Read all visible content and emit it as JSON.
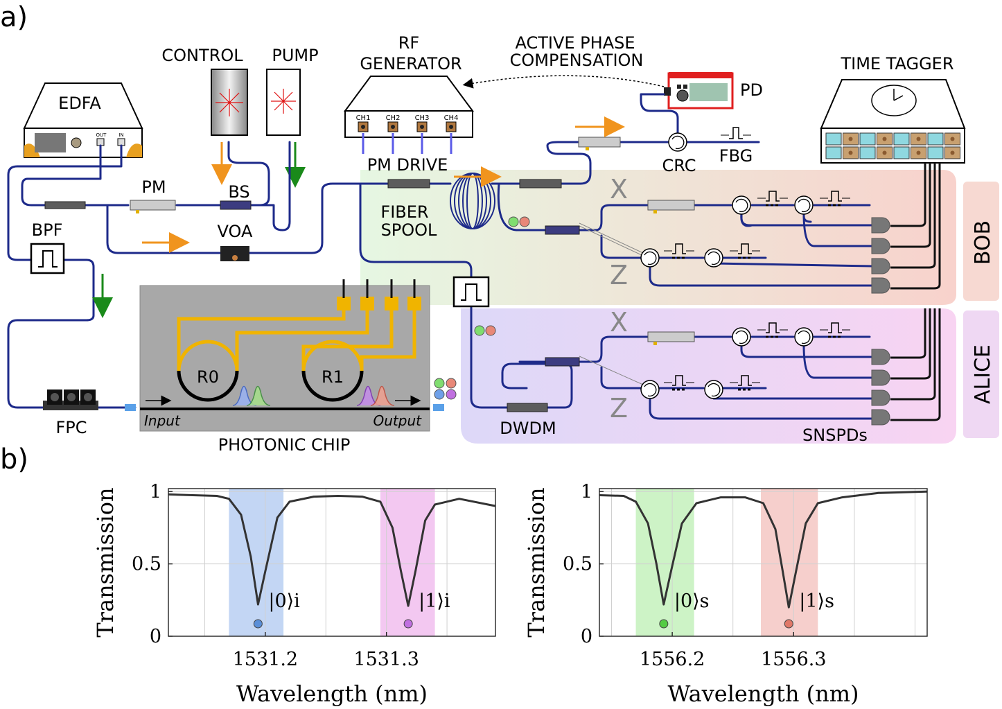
{
  "panel_a": {
    "label": "a)",
    "instruments": {
      "edfa": "EDFA",
      "edfa_out": "OUT",
      "edfa_in": "IN",
      "control": "CONTROL",
      "pump": "PUMP",
      "rf_generator_line1": "RF",
      "rf_generator_line2": "GENERATOR",
      "channels": [
        "CH1",
        "CH2",
        "CH3",
        "CH4"
      ],
      "active_phase_line1": "ACTIVE PHASE",
      "active_phase_line2": "COMPENSATION",
      "pd": "PD",
      "time_tagger": "TIME TAGGER"
    },
    "components": {
      "pm": "PM",
      "bs": "BS",
      "bpf": "BPF",
      "voa": "VOA",
      "pm_drive": "PM DRIVE",
      "fiber_spool_line1": "FIBER",
      "fiber_spool_line2": "SPOOL",
      "crc": "CRC",
      "fbg": "FBG",
      "fpc": "FPC",
      "dwdm": "DWDM",
      "snspds": "SNSPDs"
    },
    "chip": {
      "title": "PHOTONIC CHIP",
      "ring0": "R0",
      "ring1": "R1",
      "input": "Input",
      "output": "Output"
    },
    "bases": {
      "x": "X",
      "z": "Z"
    },
    "parties": {
      "bob": "BOB",
      "alice": "ALICE"
    },
    "colors": {
      "fiber": "#1d2a8a",
      "pump_arrow": "#f0941e",
      "control_arrow": "#1a8a1a",
      "gold": "#f0b400",
      "bob_bg": "#f7d0cc",
      "alice_bg": "#e8d0f5",
      "photon_blue": "#6fa0e8",
      "photon_purple": "#c070e0",
      "photon_green": "#80dd70",
      "photon_red": "#e88878"
    }
  },
  "panel_b": {
    "label": "b)",
    "chart_data": [
      {
        "type": "line",
        "xlabel": "Wavelength (nm)",
        "ylabel": "Transmission",
        "xlim": [
          1531.12,
          1531.39
        ],
        "ylim": [
          0,
          1
        ],
        "yticks": [
          0,
          0.5,
          1
        ],
        "ytick_labels": [
          "0",
          "0.5",
          "1"
        ],
        "xticks": [
          1531.2,
          1531.3
        ],
        "xtick_labels": [
          "1531.2",
          "1531.3"
        ],
        "grid": true,
        "dips": [
          {
            "center": 1531.194,
            "depth": 0.22,
            "label": "|0⟩i",
            "band": [
              1531.17,
              1531.215
            ],
            "band_color": "#bcd2f3",
            "dot_color": "#5a8fd8"
          },
          {
            "center": 1531.318,
            "depth": 0.21,
            "label": "|1⟩i",
            "band": [
              1531.295,
              1531.34
            ],
            "band_color": "#f2c2ef",
            "dot_color": "#c070e0"
          }
        ],
        "series": [
          {
            "x": [
              1531.12,
              1531.14,
              1531.16,
              1531.17,
              1531.18,
              1531.188,
              1531.194,
              1531.2,
              1531.21,
              1531.22,
              1531.24,
              1531.26,
              1531.28,
              1531.295,
              1531.305,
              1531.312,
              1531.318,
              1531.324,
              1531.332,
              1531.34,
              1531.36,
              1531.39
            ],
            "y": [
              0.98,
              0.975,
              0.97,
              0.95,
              0.84,
              0.55,
              0.22,
              0.45,
              0.82,
              0.93,
              0.965,
              0.97,
              0.965,
              0.93,
              0.75,
              0.45,
              0.21,
              0.45,
              0.8,
              0.91,
              0.95,
              0.9
            ]
          }
        ]
      },
      {
        "type": "line",
        "xlabel": "Wavelength (nm)",
        "ylabel": "Transmission",
        "xlim": [
          1556.14,
          1556.41
        ],
        "ylim": [
          0,
          1
        ],
        "yticks": [
          0,
          0.5,
          1
        ],
        "ytick_labels": [
          "0",
          "0.5",
          "1"
        ],
        "xticks": [
          1556.2,
          1556.3
        ],
        "xtick_labels": [
          "1556.2",
          "1556.3"
        ],
        "grid": true,
        "dips": [
          {
            "center": 1556.193,
            "depth": 0.22,
            "label": "|0⟩s",
            "band": [
              1556.17,
              1556.218
            ],
            "band_color": "#c8f2c0",
            "dot_color": "#55cc44"
          },
          {
            "center": 1556.296,
            "depth": 0.2,
            "label": "|1⟩s",
            "band": [
              1556.273,
              1556.32
            ],
            "band_color": "#f5cac6",
            "dot_color": "#e07868"
          }
        ],
        "series": [
          {
            "x": [
              1556.14,
              1556.16,
              1556.17,
              1556.18,
              1556.187,
              1556.193,
              1556.199,
              1556.208,
              1556.22,
              1556.24,
              1556.26,
              1556.275,
              1556.285,
              1556.291,
              1556.296,
              1556.302,
              1556.31,
              1556.32,
              1556.34,
              1556.37,
              1556.41
            ],
            "y": [
              0.975,
              0.97,
              0.93,
              0.78,
              0.5,
              0.22,
              0.45,
              0.78,
              0.92,
              0.96,
              0.96,
              0.92,
              0.74,
              0.45,
              0.2,
              0.45,
              0.78,
              0.92,
              0.96,
              0.99,
              1.0
            ]
          }
        ]
      }
    ]
  }
}
